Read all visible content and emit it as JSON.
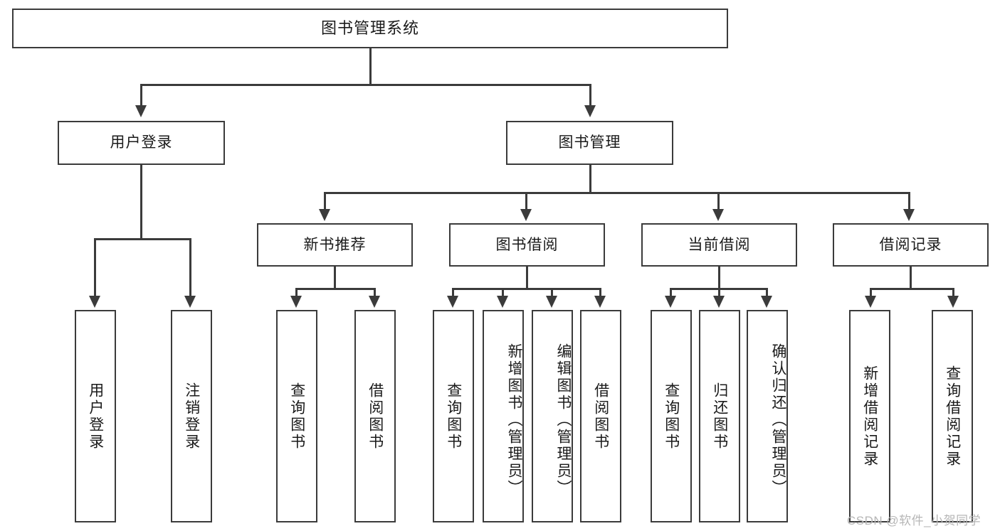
{
  "diagram": {
    "type": "tree-hierarchy",
    "title": "图书管理系统",
    "watermark": "CSDN @软件_小贺同学",
    "colors": {
      "stroke": "#3b3b3b",
      "fill": "#ffffff",
      "text": "#1a1a1a",
      "watermark": "#b6b6b6"
    },
    "levels": [
      {
        "level": 1,
        "nodes": [
          {
            "id": "root",
            "label": "图书管理系统",
            "orientation": "horizontal"
          }
        ]
      },
      {
        "level": 2,
        "nodes": [
          {
            "id": "login",
            "label": "用户登录",
            "orientation": "horizontal",
            "parent": "root"
          },
          {
            "id": "bookmgmt",
            "label": "图书管理",
            "orientation": "horizontal",
            "parent": "root"
          }
        ]
      },
      {
        "level": 3,
        "nodes": [
          {
            "id": "newbook",
            "label": "新书推荐",
            "orientation": "horizontal",
            "parent": "bookmgmt"
          },
          {
            "id": "borrow",
            "label": "图书借阅",
            "orientation": "horizontal",
            "parent": "bookmgmt"
          },
          {
            "id": "current",
            "label": "当前借阅",
            "orientation": "horizontal",
            "parent": "bookmgmt"
          },
          {
            "id": "record",
            "label": "借阅记录",
            "orientation": "horizontal",
            "parent": "bookmgmt"
          }
        ]
      },
      {
        "level": 4,
        "nodes": [
          {
            "id": "leaf-login-1",
            "label": "用户登录",
            "orientation": "vertical",
            "parent": "login"
          },
          {
            "id": "leaf-login-2",
            "label": "注销登录",
            "orientation": "vertical",
            "parent": "login"
          },
          {
            "id": "leaf-newbook-1",
            "label": "查询图书",
            "orientation": "vertical",
            "parent": "newbook"
          },
          {
            "id": "leaf-newbook-2",
            "label": "借阅图书",
            "orientation": "vertical",
            "parent": "newbook"
          },
          {
            "id": "leaf-borrow-1",
            "label": "查询图书",
            "orientation": "vertical",
            "parent": "borrow"
          },
          {
            "id": "leaf-borrow-2",
            "label": "新增图书（管理员）",
            "orientation": "vertical",
            "parent": "borrow"
          },
          {
            "id": "leaf-borrow-3",
            "label": "编辑图书（管理员）",
            "orientation": "vertical",
            "parent": "borrow"
          },
          {
            "id": "leaf-borrow-4",
            "label": "借阅图书",
            "orientation": "vertical",
            "parent": "borrow"
          },
          {
            "id": "leaf-current-1",
            "label": "查询图书",
            "orientation": "vertical",
            "parent": "current"
          },
          {
            "id": "leaf-current-2",
            "label": "归还图书",
            "orientation": "vertical",
            "parent": "current"
          },
          {
            "id": "leaf-current-3",
            "label": "确认归还（管理员）",
            "orientation": "vertical",
            "parent": "current"
          },
          {
            "id": "leaf-record-1",
            "label": "新增借阅记录",
            "orientation": "vertical",
            "parent": "record"
          },
          {
            "id": "leaf-record-2",
            "label": "查询借阅记录",
            "orientation": "vertical",
            "parent": "record"
          }
        ]
      }
    ]
  }
}
